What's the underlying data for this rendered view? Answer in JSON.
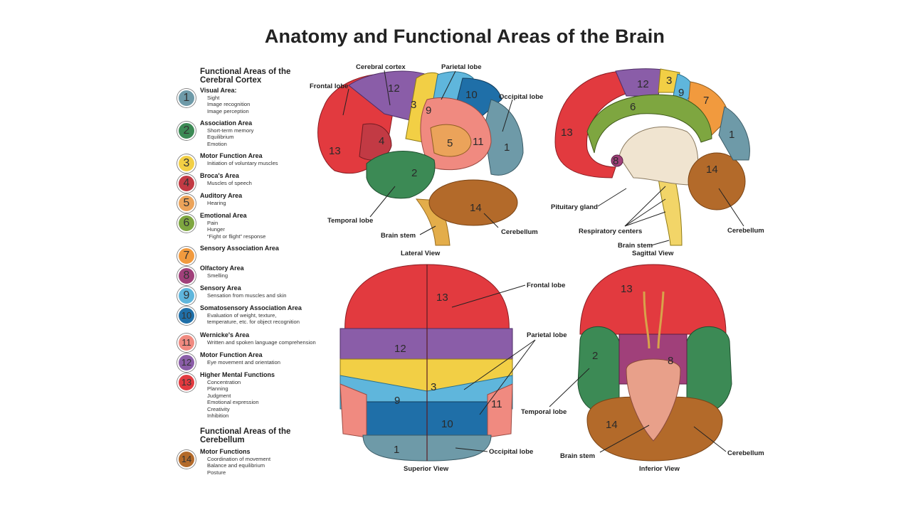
{
  "title": "Anatomy and Functional Areas of the Brain",
  "legend": {
    "cortex_heading": "Functional Areas of the Cerebral Cortex",
    "cerebellum_heading": "Functional Areas of the Cerebellum",
    "items": [
      {
        "num": "1",
        "color": "#6e9aa8",
        "title": "Visual Area:",
        "desc": [
          "Sight",
          "Image recognition",
          "Image perception"
        ]
      },
      {
        "num": "2",
        "color": "#3c8a55",
        "title": "Association Area",
        "desc": [
          "Short-term memory",
          "Equilibrium",
          "Emotion"
        ]
      },
      {
        "num": "3",
        "color": "#f2cf45",
        "title": "Motor Function Area",
        "desc": [
          "Initiation of voluntary muscles"
        ]
      },
      {
        "num": "4",
        "color": "#c23a44",
        "title": "Broca's Area",
        "desc": [
          "Muscles of speech"
        ]
      },
      {
        "num": "5",
        "color": "#eba35a",
        "title": "Auditory Area",
        "desc": [
          "Hearing"
        ]
      },
      {
        "num": "6",
        "color": "#7ea640",
        "title": "Emotional Area",
        "desc": [
          "Pain",
          "Hunger",
          "“Fight or flight” response"
        ]
      },
      {
        "num": "7",
        "color": "#f19a3e",
        "title": "Sensory Association Area",
        "desc": []
      },
      {
        "num": "8",
        "color": "#a0407a",
        "title": "Olfactory Area",
        "desc": [
          "Smelling"
        ]
      },
      {
        "num": "9",
        "color": "#5fb6dc",
        "title": "Sensory Area",
        "desc": [
          "Sensation from muscles and skin"
        ]
      },
      {
        "num": "10",
        "color": "#1f6fa8",
        "title": "Somatosensory Association Area",
        "desc": [
          "Evaluation of weight, texture,",
          "temperature, etc. for object recognition"
        ]
      },
      {
        "num": "11",
        "color": "#f08a80",
        "title": "Wernicke's Area",
        "desc": [
          "Written and spoken language comprehension"
        ]
      },
      {
        "num": "12",
        "color": "#8a5da8",
        "title": "Motor Function Area",
        "desc": [
          "Eye movement and orientation"
        ]
      },
      {
        "num": "13",
        "color": "#e23a3f",
        "title": "Higher Mental Functions",
        "desc": [
          "Concentration",
          "Planning",
          "Judgment",
          "Emotional expression",
          "Creativity",
          "Inhibition"
        ]
      },
      {
        "num": "14",
        "color": "#b36a2a",
        "title": "Motor Functions",
        "desc": [
          "Coordination of movement",
          "Balance and equilibrium",
          "Posture"
        ]
      }
    ]
  },
  "views": {
    "lateral": {
      "caption": "Lateral View",
      "labels": {
        "frontal": "Frontal lobe",
        "cortex": "Cerebral cortex",
        "parietal": "Parietal lobe",
        "occipital": "Occipital lobe",
        "temporal": "Temporal lobe",
        "brainstem": "Brain stem",
        "cerebellum": "Cerebellum"
      }
    },
    "sagittal": {
      "caption": "Sagittal View",
      "labels": {
        "pituitary": "Pituitary gland",
        "respiratory": "Respiratory centers",
        "brainstem": "Brain stem",
        "cerebellum": "Cerebellum"
      }
    },
    "superior": {
      "caption": "Superior View",
      "labels": {
        "frontal": "Frontal lobe",
        "parietal": "Parietal lobe",
        "occipital": "Occipital lobe"
      }
    },
    "inferior": {
      "caption": "Inferior View",
      "labels": {
        "temporal": "Temporal lobe",
        "brainstem": "Brain stem",
        "cerebellum": "Cerebellum"
      }
    }
  }
}
